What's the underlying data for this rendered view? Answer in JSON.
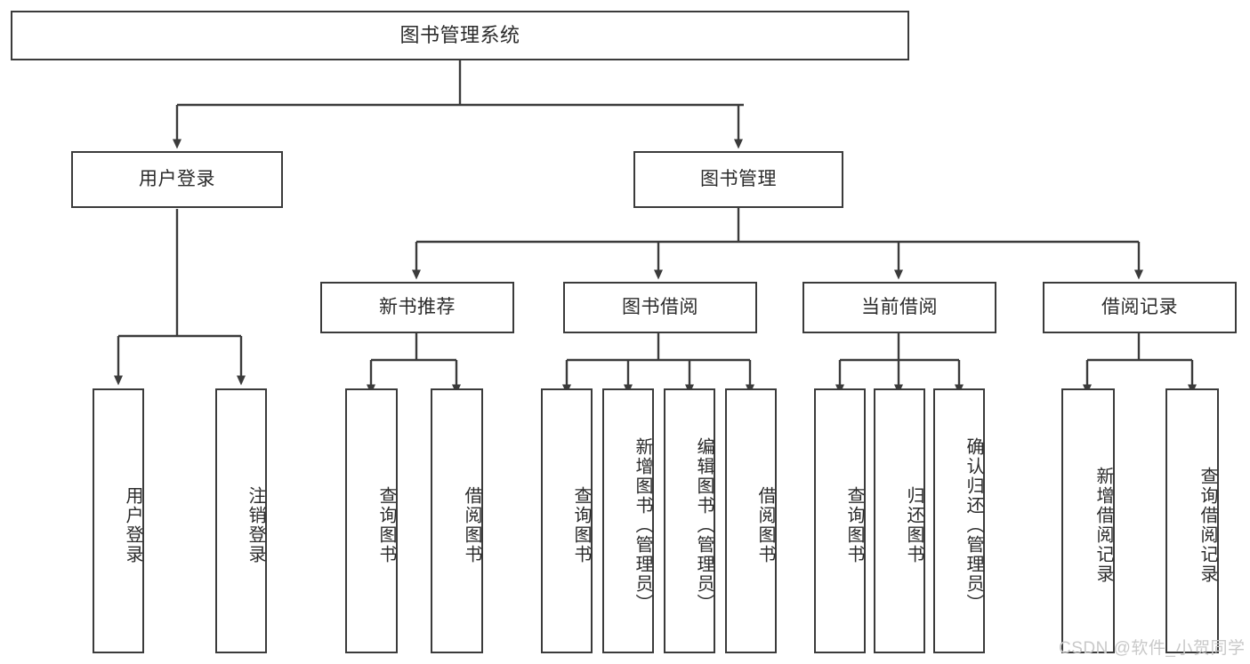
{
  "diagram": {
    "type": "tree-hierarchy-chart",
    "title_node": {
      "label": "图书管理系统"
    },
    "level2": [
      {
        "label": "用户登录"
      },
      {
        "label": "图书管理"
      }
    ],
    "level3": [
      {
        "label": "新书推荐"
      },
      {
        "label": "图书借阅"
      },
      {
        "label": "当前借阅"
      },
      {
        "label": "借阅记录"
      }
    ],
    "leaves": {
      "user_login": [
        {
          "label": "用户登录"
        },
        {
          "label": "注销登录"
        }
      ],
      "new_book_recommend": [
        {
          "label": "查询图书"
        },
        {
          "label": "借阅图书"
        }
      ],
      "book_borrow": [
        {
          "label": "查询图书"
        },
        {
          "label": "新增图书（管理员）"
        },
        {
          "label": "编辑图书（管理员）"
        },
        {
          "label": "借阅图书"
        }
      ],
      "current_borrow": [
        {
          "label": "查询图书"
        },
        {
          "label": "归还图书"
        },
        {
          "label": "确认归还（管理员）"
        }
      ],
      "borrow_record": [
        {
          "label": "新增借阅记录"
        },
        {
          "label": "查询借阅记录"
        }
      ]
    }
  },
  "watermark": {
    "text": "CSDN @软件_小贺同学"
  },
  "colors": {
    "border": "#3b3b3b",
    "text": "#2b2b2b",
    "background": "#ffffff",
    "watermark": "#c9c9c9"
  }
}
